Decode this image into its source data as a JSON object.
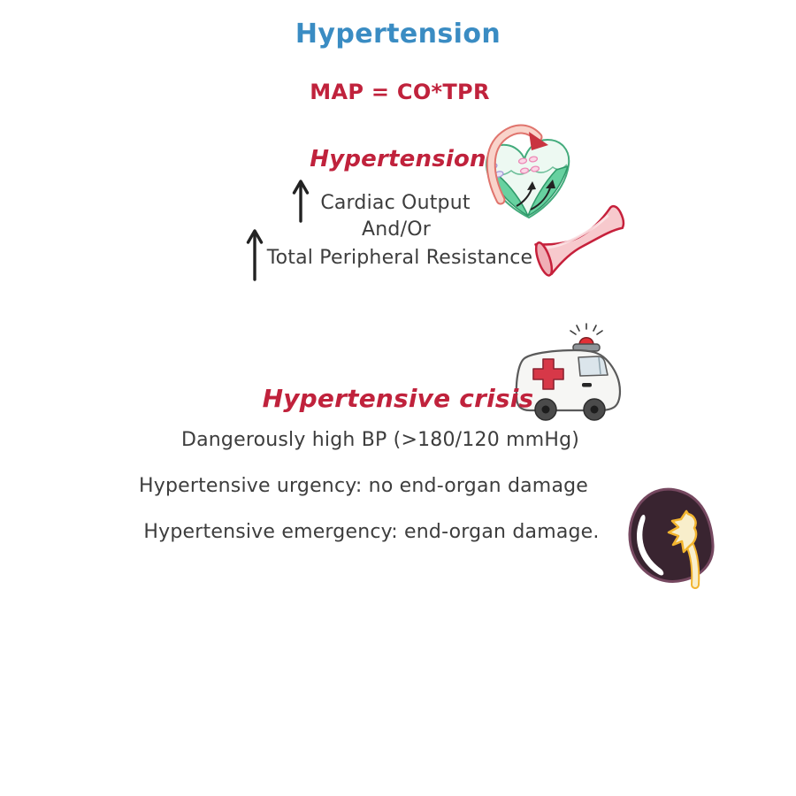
{
  "colors": {
    "title_blue": "#3a8cc3",
    "accent_red": "#c0223c",
    "body_text": "#3d3d3d"
  },
  "header": {
    "title": "Hypertension",
    "formula": "MAP = CO*TPR"
  },
  "mechanism": {
    "heading": "Hypertension",
    "cardiac_output": "Cardiac Output",
    "connector": "And/Or",
    "peripheral_resistance": "Total Peripheral Resistance",
    "icons": {
      "arrow_up": "up-arrow-icon",
      "heart": "heart-illustration",
      "vessel": "blood-vessel-illustration"
    }
  },
  "crisis": {
    "heading": "Hypertensive crisis",
    "definition": "Dangerously high BP (>180/120 mmHg)",
    "urgency": "Hypertensive urgency: no end-organ damage",
    "emergency": "Hypertensive emergency: end-organ damage.",
    "icons": {
      "ambulance": "ambulance-illustration",
      "kidney": "kidney-illustration"
    }
  }
}
